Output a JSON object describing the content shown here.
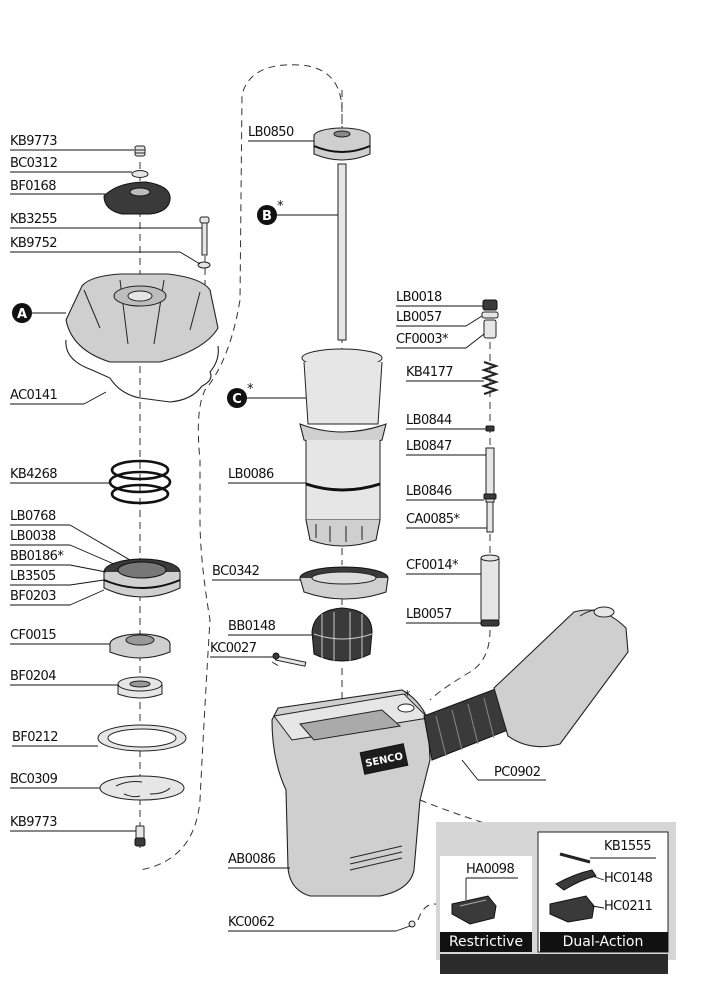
{
  "brand": "SENCO",
  "callouts": {
    "a": "A",
    "b": "B",
    "c": "C",
    "asterisk": "*"
  },
  "parts": {
    "KB9773_top": "KB9773",
    "BC0312": "BC0312",
    "BF0168": "BF0168",
    "KB3255": "KB3255",
    "KB9752": "KB9752",
    "AC0141": "AC0141",
    "KB4268": "KB4268",
    "LB0768": "LB0768",
    "LB0038": "LB0038",
    "BB0186": "BB0186*",
    "LB3505": "LB3505",
    "BF0203": "BF0203",
    "CF0015": "CF0015",
    "BF0204": "BF0204",
    "BF0212": "BF0212",
    "BC0309": "BC0309",
    "KB9773_bot": "KB9773",
    "LB0850": "LB0850",
    "LB0086": "LB0086",
    "BC0342": "BC0342",
    "BB0148": "BB0148",
    "KC0027": "KC0027",
    "AB0086": "AB0086",
    "KC0062": "KC0062",
    "LB0018": "LB0018",
    "LB0057_top": "LB0057",
    "CF0003": "CF0003*",
    "KB4177": "KB4177",
    "LB0844": "LB0844",
    "LB0847": "LB0847",
    "LB0846": "LB0846",
    "CA0085": "CA0085*",
    "CF0014": "CF0014*",
    "LB0057_bot": "LB0057",
    "PC0902": "PC0902",
    "HA0098": "HA0098",
    "KB1555": "KB1555",
    "HC0148": "HC0148",
    "HC0211": "HC0211"
  },
  "kits": {
    "restrictive": "Restrictive",
    "dual_action": "Dual-Action"
  }
}
